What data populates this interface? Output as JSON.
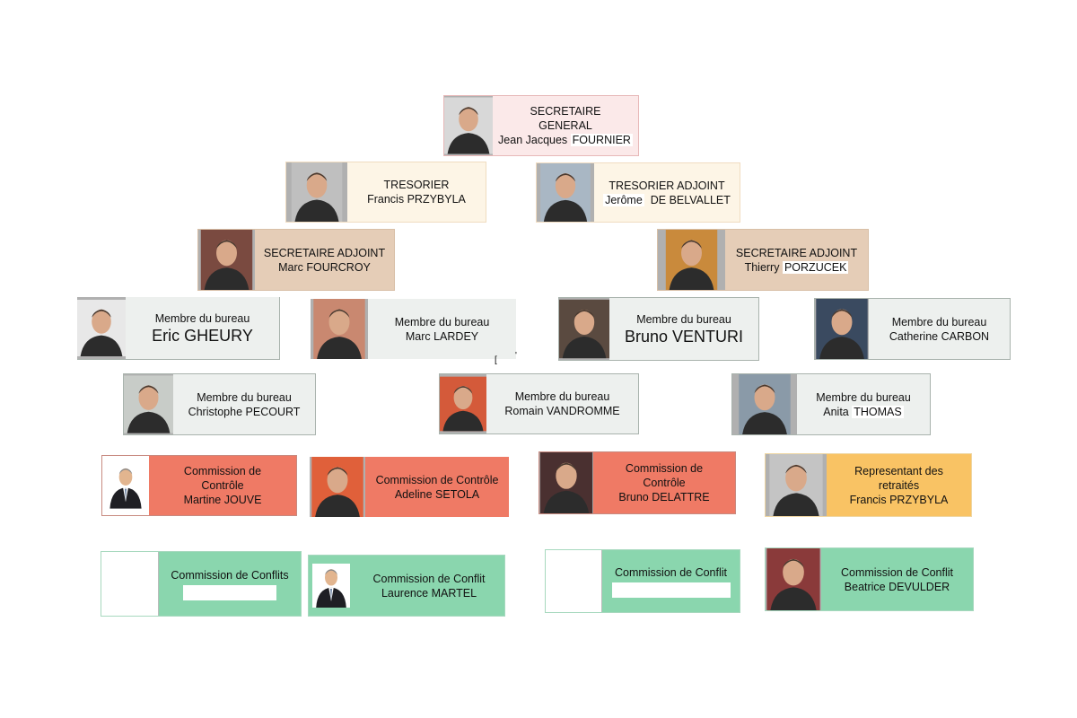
{
  "title": "Organigramme",
  "colors": {
    "direction": "#fbe9e9",
    "tresorerie": "#fdf5e6",
    "secretaire_adjoint": "#e5cdb7",
    "membre_bureau": "#edf0ee",
    "commission_controle": "#ef7a65",
    "retraites": "#f9c364",
    "commission_conflit": "#8ad6ae"
  },
  "nodes": [
    {
      "id": "sg",
      "role_lines": [
        "SECRETAIRE",
        "GENERAL"
      ],
      "first_name": "Jean Jacques",
      "last_name": "FOURNIER",
      "photo": "photo-man-suit"
    },
    {
      "id": "tres",
      "role_lines": [
        "TRESORIER"
      ],
      "first_name": "Francis",
      "last_name": "PRZYBYLA",
      "photo": "photo-man-dark-jacket"
    },
    {
      "id": "tres_adj",
      "role_lines": [
        "TRESORIER ADJOINT"
      ],
      "first_name": "Jerôme",
      "last_name": "DE BELVALLET",
      "photo": "photo-man-dark-hair"
    },
    {
      "id": "sec_adj_1",
      "role_lines": [
        "SECRETAIRE ADJOINT"
      ],
      "first_name": "Marc",
      "last_name": "FOURCROY",
      "photo": "photo-man-glasses"
    },
    {
      "id": "sec_adj_2",
      "role_lines": [
        "SECRETAIRE ADJOINT"
      ],
      "first_name": "Thierry",
      "last_name": "PORZUCEK",
      "photo": "photo-man-long-hair"
    },
    {
      "id": "mb_gheury",
      "role_lines": [
        "Membre du bureau"
      ],
      "first_name": "Eric",
      "last_name": "GHEURY",
      "photo": "photo-man-glasses"
    },
    {
      "id": "mb_lardey",
      "role_lines": [
        "Membre du bureau"
      ],
      "first_name": "Marc",
      "last_name": "LARDEY",
      "photo": "photo-man-glasses"
    },
    {
      "id": "mb_venturi",
      "role_lines": [
        "Membre du bureau"
      ],
      "first_name": "Bruno",
      "last_name": "VENTURI",
      "photo": "photo-man-glasses"
    },
    {
      "id": "mb_carbon",
      "role_lines": [
        "Membre du bureau"
      ],
      "first_name": "Catherine",
      "last_name": "CARBON",
      "photo": "photo-woman-dark-hair"
    },
    {
      "id": "mb_pecourt",
      "role_lines": [
        "Membre du bureau"
      ],
      "first_name": "Christophe",
      "last_name": "PECOURT",
      "photo": "photo-man-glasses"
    },
    {
      "id": "mb_vandromme",
      "role_lines": [
        "Membre du bureau"
      ],
      "first_name": "Romain",
      "last_name": "VANDROMME",
      "photo": "photo-man-cap"
    },
    {
      "id": "mb_thomas",
      "role_lines": [
        "Membre du bureau"
      ],
      "first_name": "Anita",
      "last_name": "THOMAS",
      "photo": "photo-woman-curly-hair"
    },
    {
      "id": "cc_jouve",
      "role_lines": [
        "Commission de",
        "Contrôle"
      ],
      "first_name": "Martine",
      "last_name": "JOUVE",
      "photo": "avatar-placeholder"
    },
    {
      "id": "cc_setola",
      "role_lines": [
        "Commission de Contrôle"
      ],
      "first_name": "Adeline",
      "last_name": "SETOLA",
      "photo": "photo-woman-glasses"
    },
    {
      "id": "cc_delattre",
      "role_lines": [
        "Commission de",
        "Contrôle"
      ],
      "first_name": "Bruno",
      "last_name": "DELATTRE",
      "photo": "photo-man-black-shirt"
    },
    {
      "id": "retraites",
      "role_lines": [
        "Representant des",
        "retraités"
      ],
      "first_name": "Francis",
      "last_name": "PRZYBYLA",
      "photo": "photo-man-dark-jacket"
    },
    {
      "id": "conf_1",
      "role_lines": [
        "Commission de Conflits"
      ],
      "first_name": "",
      "last_name": "",
      "photo": "blank"
    },
    {
      "id": "conf_martel",
      "role_lines": [
        "Commission de Conflit"
      ],
      "first_name": "Laurence",
      "last_name": "MARTEL",
      "photo": "avatar-placeholder"
    },
    {
      "id": "conf_3",
      "role_lines": [
        "Commission de Conflit"
      ],
      "first_name": "",
      "last_name": "",
      "photo": "blank"
    },
    {
      "id": "conf_devulder",
      "role_lines": [
        "Commission de Conflit"
      ],
      "first_name": "Beatrice",
      "last_name": "DEVULDER",
      "photo": "photo-woman-scarf"
    }
  ],
  "stray_marks": [
    "[",
    "'"
  ]
}
